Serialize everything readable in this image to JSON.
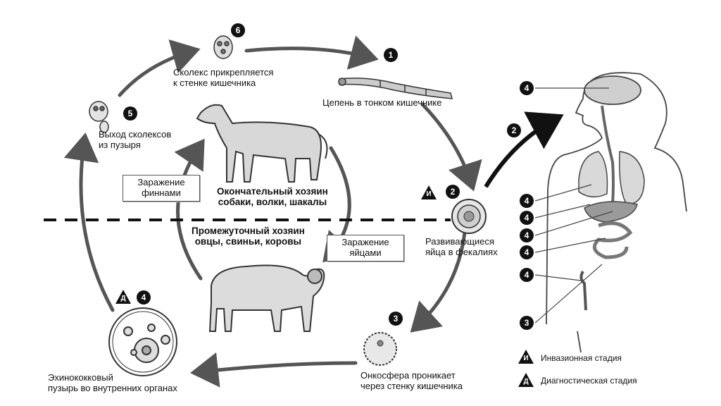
{
  "stages": {
    "s1": {
      "num": "1",
      "label": "Цепень в тонком кишечнике"
    },
    "s2": {
      "num": "2",
      "label": "Развивающиеся\nяйца в фекалиях"
    },
    "s3": {
      "num": "3",
      "label": "Онкосфера проникает\nчерез стенку кишечника"
    },
    "s4": {
      "num": "4",
      "label": "Эхинококковый\nпузырь во внутренних органах"
    },
    "s5": {
      "num": "5",
      "label": "Выход сколексов\nиз пузыря"
    },
    "s6": {
      "num": "6",
      "label": "Сколекс прикрепляется\nк стенке кишечника"
    }
  },
  "hosts": {
    "definitive": "Окончательный хозяин\nсобаки, волки, шакалы",
    "intermediate": "Промежуточный хозяин\nовцы, свиньи, коровы"
  },
  "infection": {
    "finns": "Заражение\nфиннами",
    "eggs": "Заражение\nяйцами"
  },
  "human": {
    "arrow_num": "2",
    "organ_nums": [
      "4",
      "4",
      "4",
      "4",
      "4",
      "4",
      "3"
    ]
  },
  "badges": {
    "invasive_letter": "И",
    "diagnostic_letter": "Д"
  },
  "legend": {
    "invasive": "Инвазионная стадия",
    "diagnostic": "Диагностическая стадия"
  }
}
